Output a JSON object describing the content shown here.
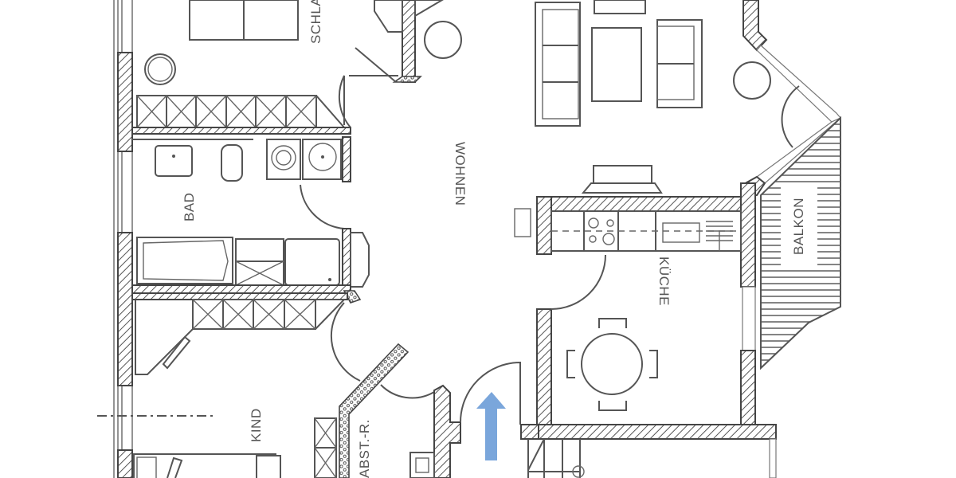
{
  "plan": {
    "type": "floor-plan",
    "rooms": {
      "schlafen": "SCHLA",
      "wohnen": "WOHNEN",
      "bad": "BAD",
      "kueche": "KÜCHE",
      "balkon": "BALKON",
      "kind": "KIND",
      "abstellraum": "ABST.-R."
    },
    "entrance_arrow_color": "#7aa6db",
    "line_color": "#555555",
    "background": "#ffffff"
  }
}
